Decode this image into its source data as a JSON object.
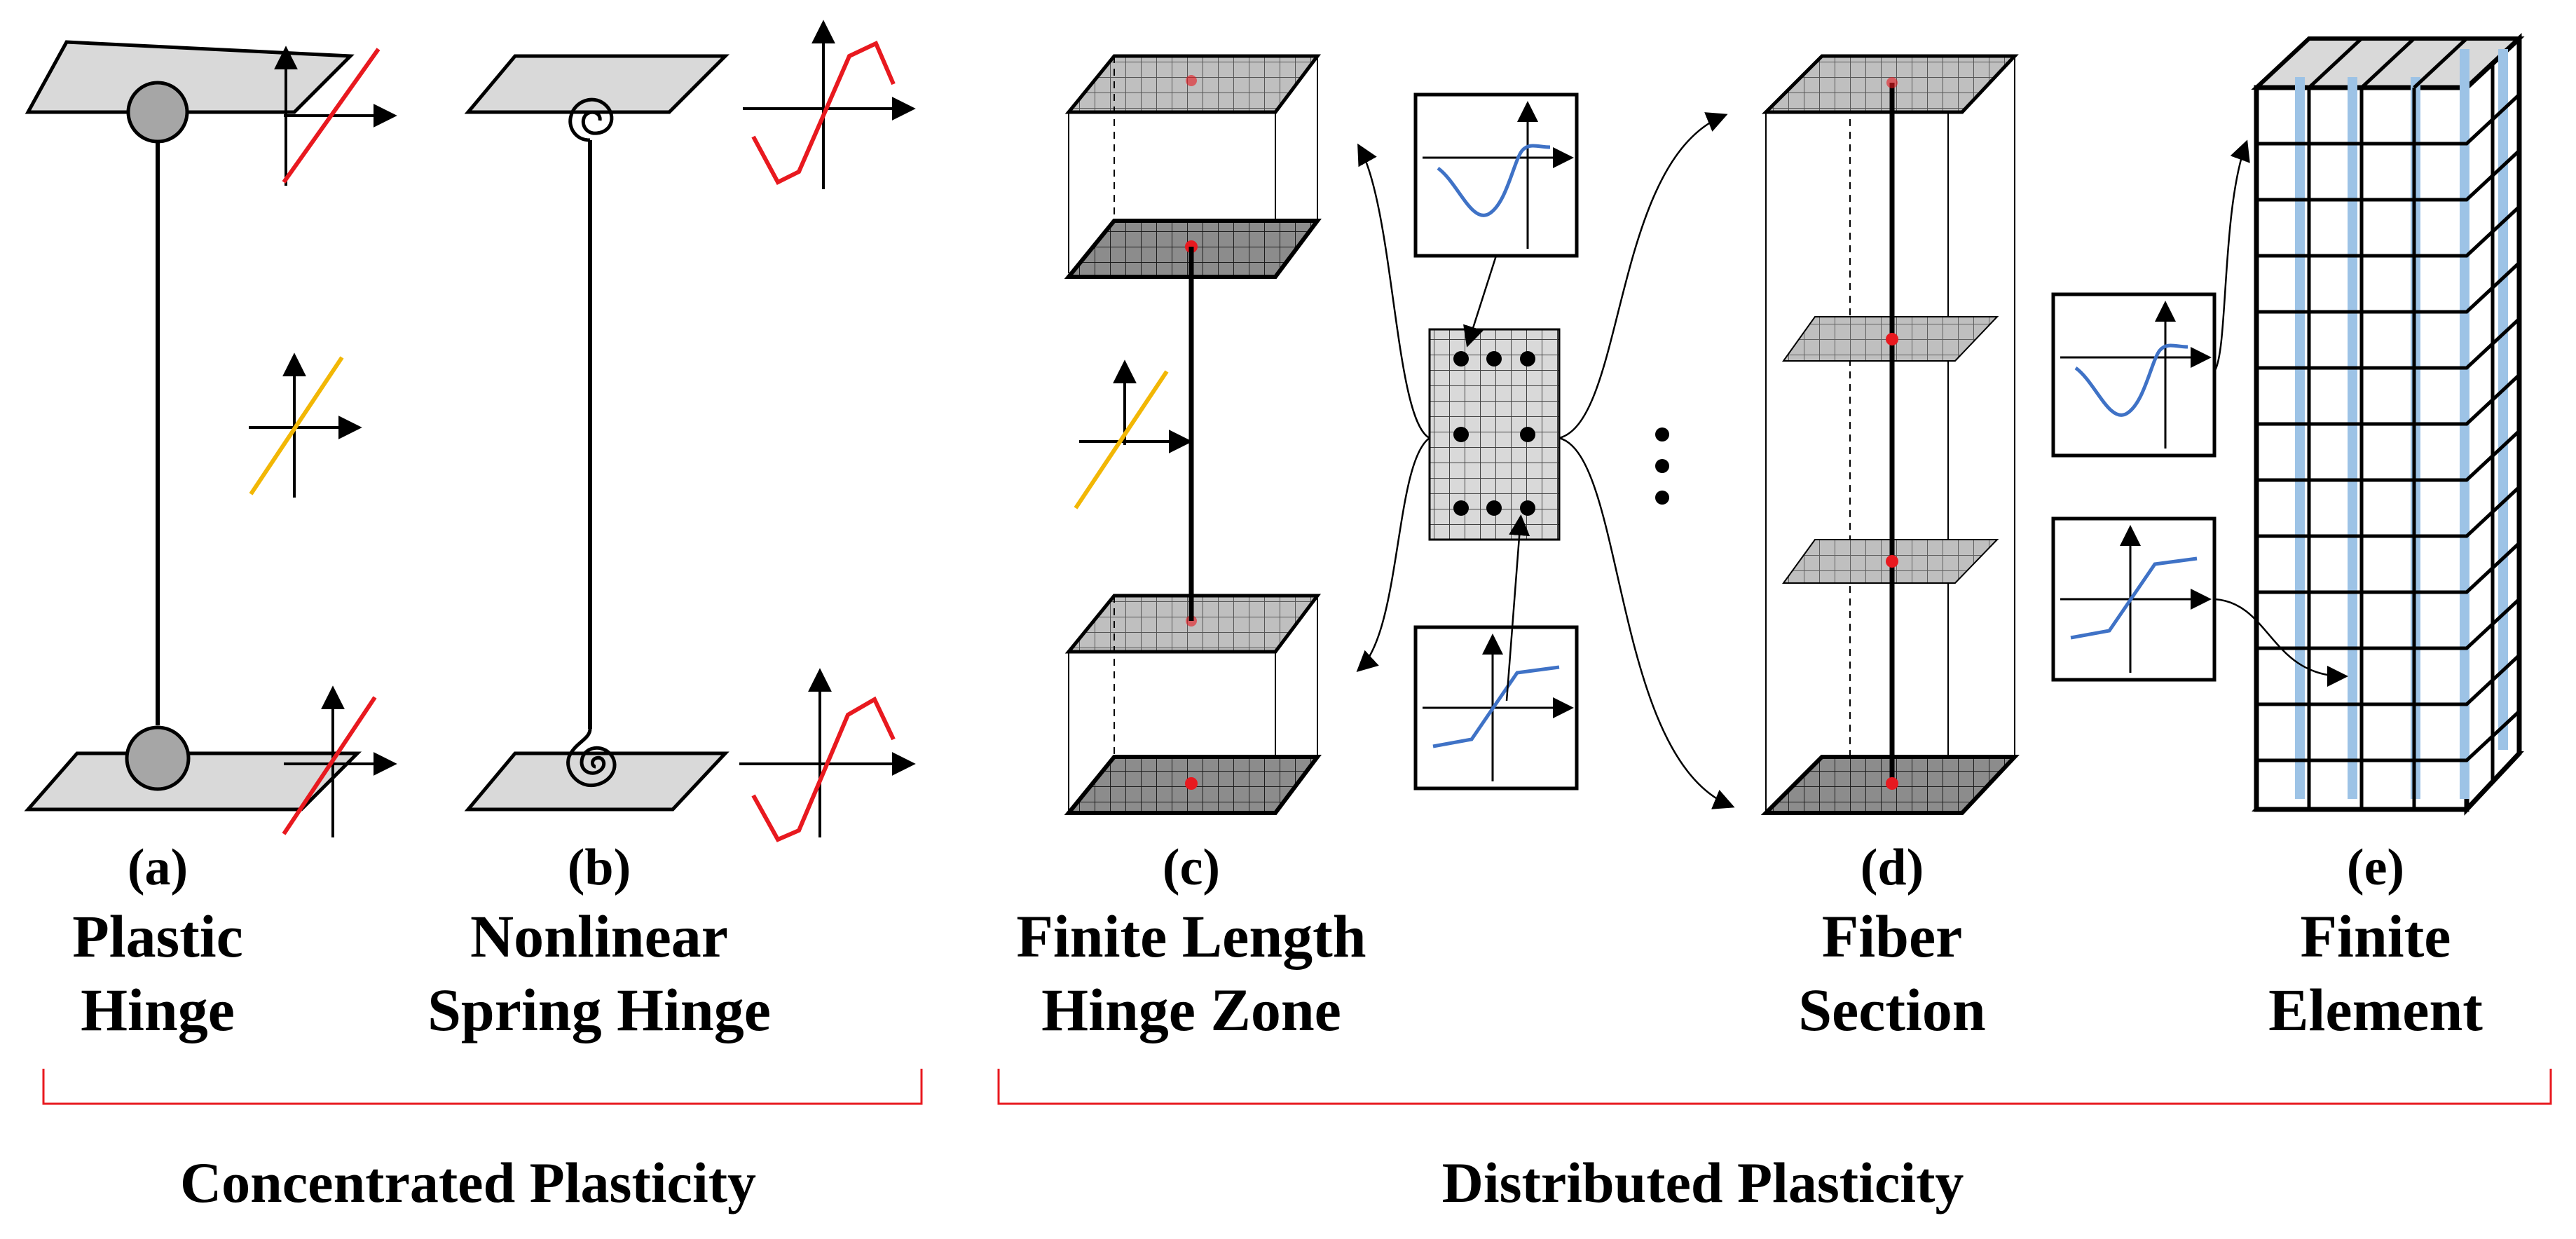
{
  "panels": [
    {
      "letter": "(a)",
      "title_line1": "Plastic",
      "title_line2": "Hinge"
    },
    {
      "letter": "(b)",
      "title_line1": "Nonlinear",
      "title_line2": "Spring Hinge"
    },
    {
      "letter": "(c)",
      "title_line1": "Finite Length",
      "title_line2": "Hinge Zone"
    },
    {
      "letter": "(d)",
      "title_line1": "Fiber",
      "title_line2": "Section"
    },
    {
      "letter": "(e)",
      "title_line1": "Finite",
      "title_line2": "Element"
    }
  ],
  "groups": [
    {
      "label": "Concentrated Plasticity"
    },
    {
      "label": "Distributed Plasticity"
    }
  ],
  "colors": {
    "plate_fill": "#d9d9d9",
    "grid_fill": "#bfbfbf",
    "linear_response": "#e8191f",
    "elastic_response": "#f2b705",
    "material_curve": "#3f72c6",
    "rebar": "#9dc3e6",
    "integration_point": "#e8191f",
    "bracket": "#e8191f"
  }
}
